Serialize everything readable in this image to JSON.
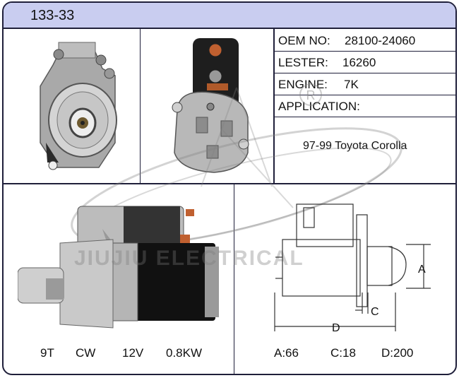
{
  "header": {
    "code": "133-33"
  },
  "specs": {
    "oem_label": "OEM NO:",
    "oem_value": "28100-24060",
    "lester_label": "LESTER:",
    "lester_value": "16260",
    "engine_label": "ENGINE:",
    "engine_value": "7K",
    "application_label": "APPLICATION:",
    "application_value": "97-99 Toyota Corolla"
  },
  "watermark": {
    "text": "JIUJIU ELECTRICAL",
    "mark": "R"
  },
  "electrical": {
    "teeth": "9T",
    "rotation": "CW",
    "voltage": "12V",
    "power": "0.8KW"
  },
  "dimensions": {
    "label_a": "A",
    "label_c": "C",
    "label_d": "D",
    "a": "A:66",
    "c": "C:18",
    "d": "D:200"
  }
}
